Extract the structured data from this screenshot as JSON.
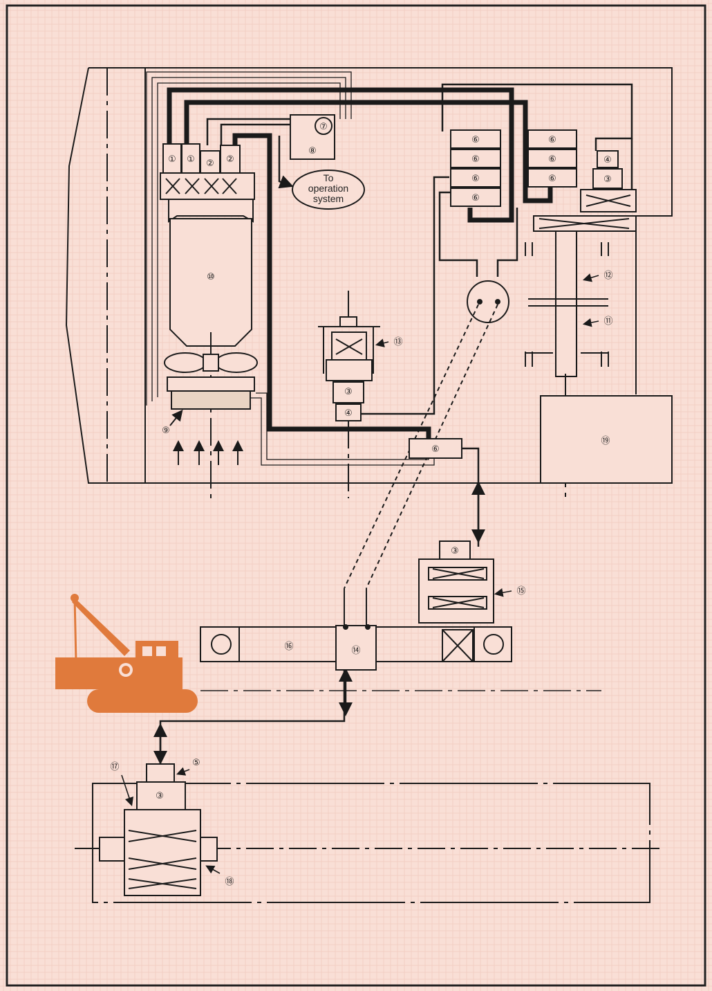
{
  "colors": {
    "background": "#f9dfd6",
    "border": "#222222",
    "ink": "#1a1a1a",
    "hose_fill": "#f3ecdc",
    "crane": "#e07a3c"
  },
  "labels": {
    "to_op_1": "To",
    "to_op_2": "operation",
    "to_op_3": "system"
  },
  "callouts": {
    "c1": "①",
    "c2": "②",
    "c3": "③",
    "c4": "④",
    "c5": "⑤",
    "c6": "⑥",
    "c7": "⑦",
    "c8": "⑧",
    "c9": "⑨",
    "c10": "⑩",
    "c11": "⑪",
    "c12": "⑫",
    "c13": "⑬",
    "c14": "⑭",
    "c15": "⑮",
    "c16": "⑯",
    "c17": "⑰",
    "c18": "⑱",
    "c19": "⑲"
  }
}
